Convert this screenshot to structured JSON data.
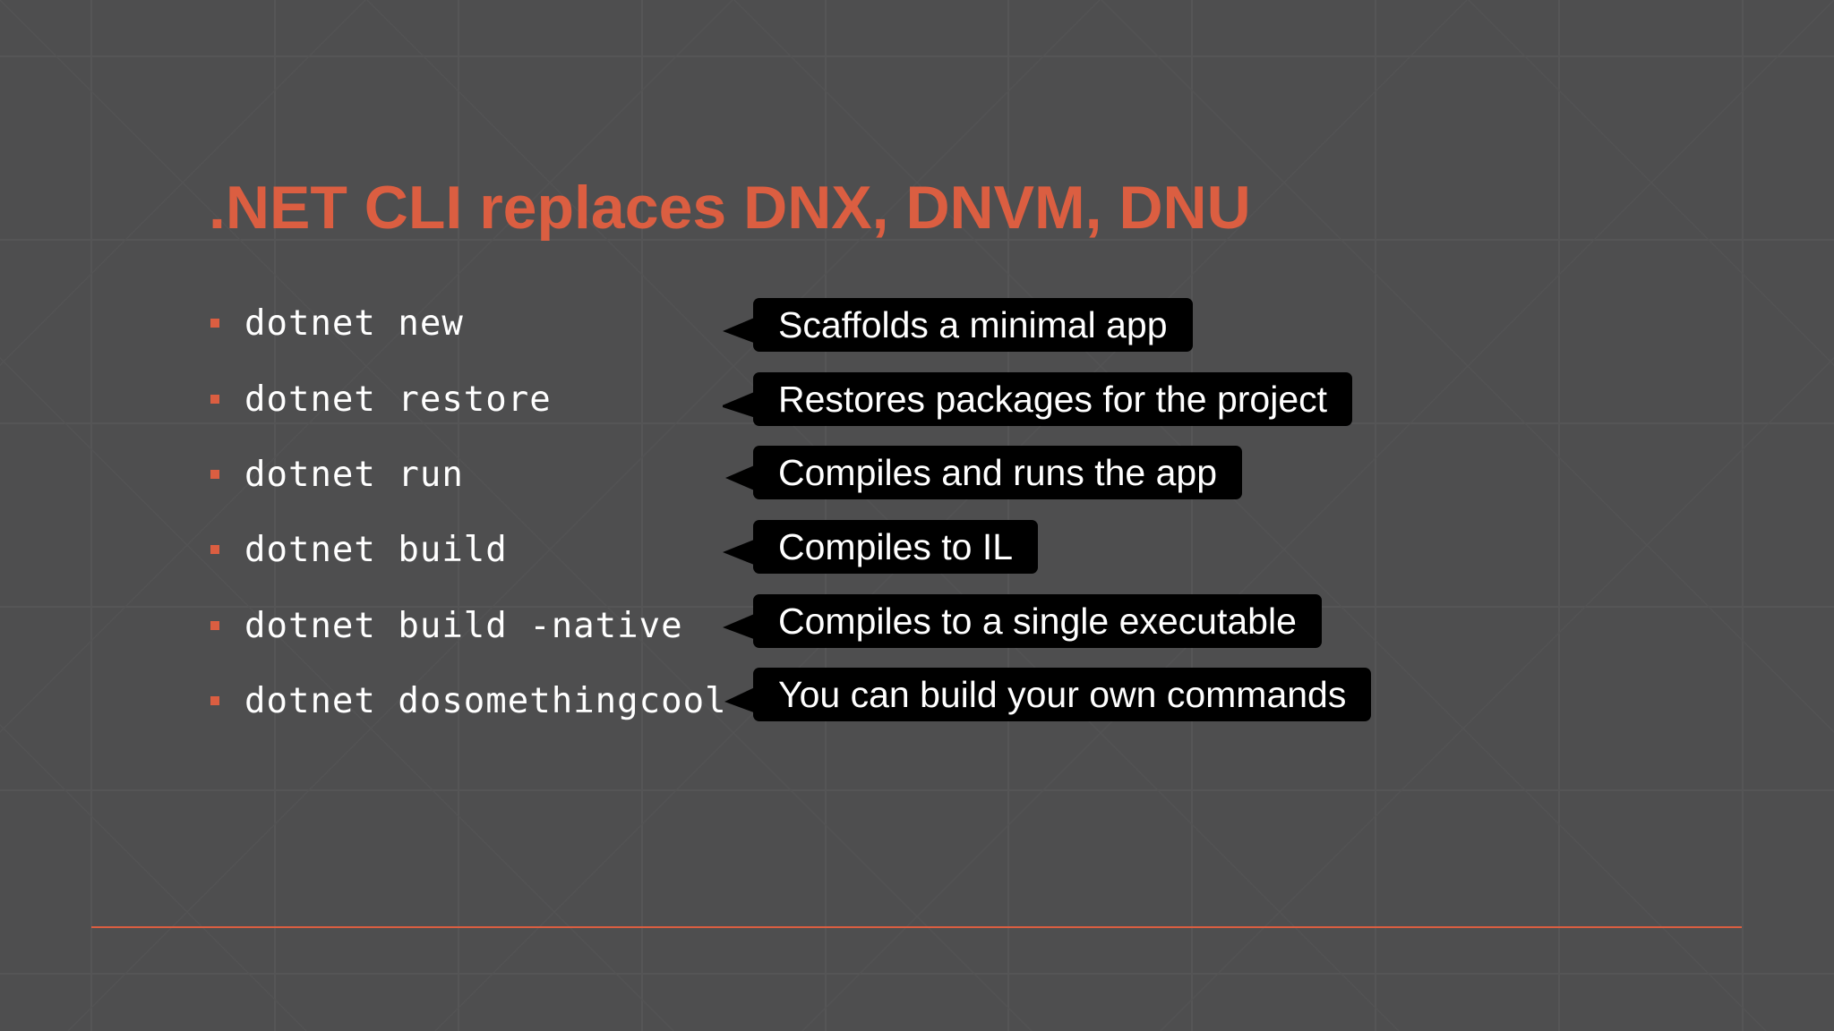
{
  "colors": {
    "background": "#4e4e4f",
    "accent": "#db5e41",
    "callout_background": "#000000",
    "text": "#ffffff"
  },
  "slide": {
    "title": ".NET CLI replaces DNX, DNVM, DNU",
    "commands": [
      {
        "command": "dotnet new",
        "description": "Scaffolds a minimal app"
      },
      {
        "command": "dotnet restore",
        "description": "Restores packages for the project"
      },
      {
        "command": "dotnet run",
        "description": "Compiles and runs the app"
      },
      {
        "command": "dotnet build",
        "description": "Compiles to IL"
      },
      {
        "command": "dotnet build -native",
        "description": "Compiles to a single executable"
      },
      {
        "command": "dotnet dosomethingcool",
        "description": "You can build your own commands"
      }
    ]
  }
}
